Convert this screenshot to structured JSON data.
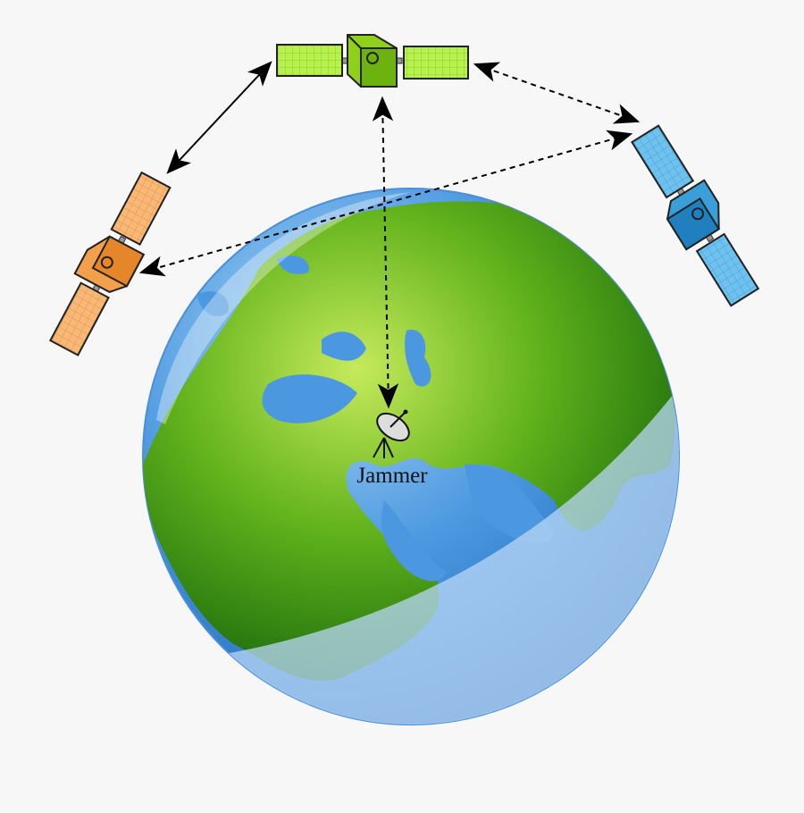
{
  "labels": {
    "jammer": "Jammer"
  },
  "colors": {
    "background": "#f7f7f7",
    "satellite_green": "#8fd11a",
    "satellite_orange": "#ef9034",
    "satellite_blue": "#2b8fd0",
    "ocean": "#4a90d9",
    "land": "#5aab1e"
  },
  "links": [
    {
      "from": "satellite-orange",
      "to": "satellite-green",
      "style": "solid",
      "direction": "bidirectional"
    },
    {
      "from": "satellite-green",
      "to": "jammer",
      "style": "dashed",
      "direction": "bidirectional"
    },
    {
      "from": "satellite-green",
      "to": "satellite-blue",
      "style": "dashed",
      "direction": "bidirectional"
    },
    {
      "from": "satellite-orange",
      "to": "satellite-blue",
      "style": "dashed",
      "direction": "bidirectional"
    }
  ]
}
